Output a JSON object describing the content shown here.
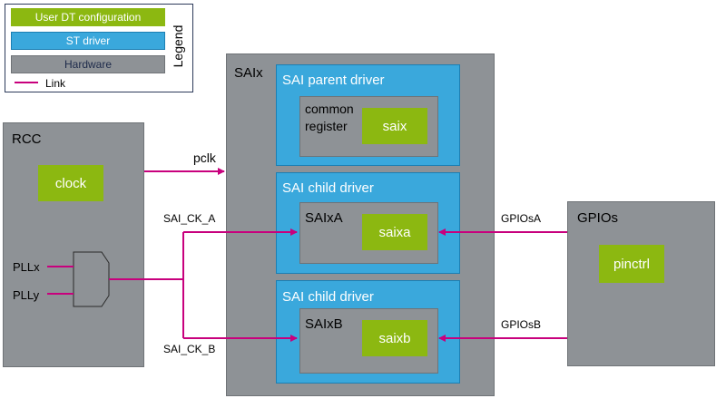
{
  "legend": {
    "title": "Legend",
    "items": [
      {
        "label": "User DT configuration"
      },
      {
        "label": "ST driver"
      },
      {
        "label": "Hardware"
      },
      {
        "label": "Link"
      }
    ]
  },
  "rcc": {
    "title": "RCC",
    "clock": "clock",
    "pllx": "PLLx",
    "plly": "PLLy"
  },
  "saix": {
    "title": "SAIx",
    "parent": {
      "title": "SAI parent driver",
      "common_register": "common\nregister",
      "node": "saix"
    },
    "child_a": {
      "title": "SAI child driver",
      "block": "SAIxA",
      "node": "saixa"
    },
    "child_b": {
      "title": "SAI child driver",
      "block": "SAIxB",
      "node": "saixb"
    }
  },
  "gpios": {
    "title": "GPIOs",
    "node": "pinctrl"
  },
  "links": {
    "pclk": "pclk",
    "sai_ck_a": "SAI_CK_A",
    "sai_ck_b": "SAI_CK_B",
    "gpio_a": "GPIOsA",
    "gpio_b": "GPIOsB"
  },
  "colors": {
    "user_dt": "#8cb811",
    "st_driver": "#3aa8dc",
    "hardware": "#8e9296",
    "link": "#c8007d"
  }
}
